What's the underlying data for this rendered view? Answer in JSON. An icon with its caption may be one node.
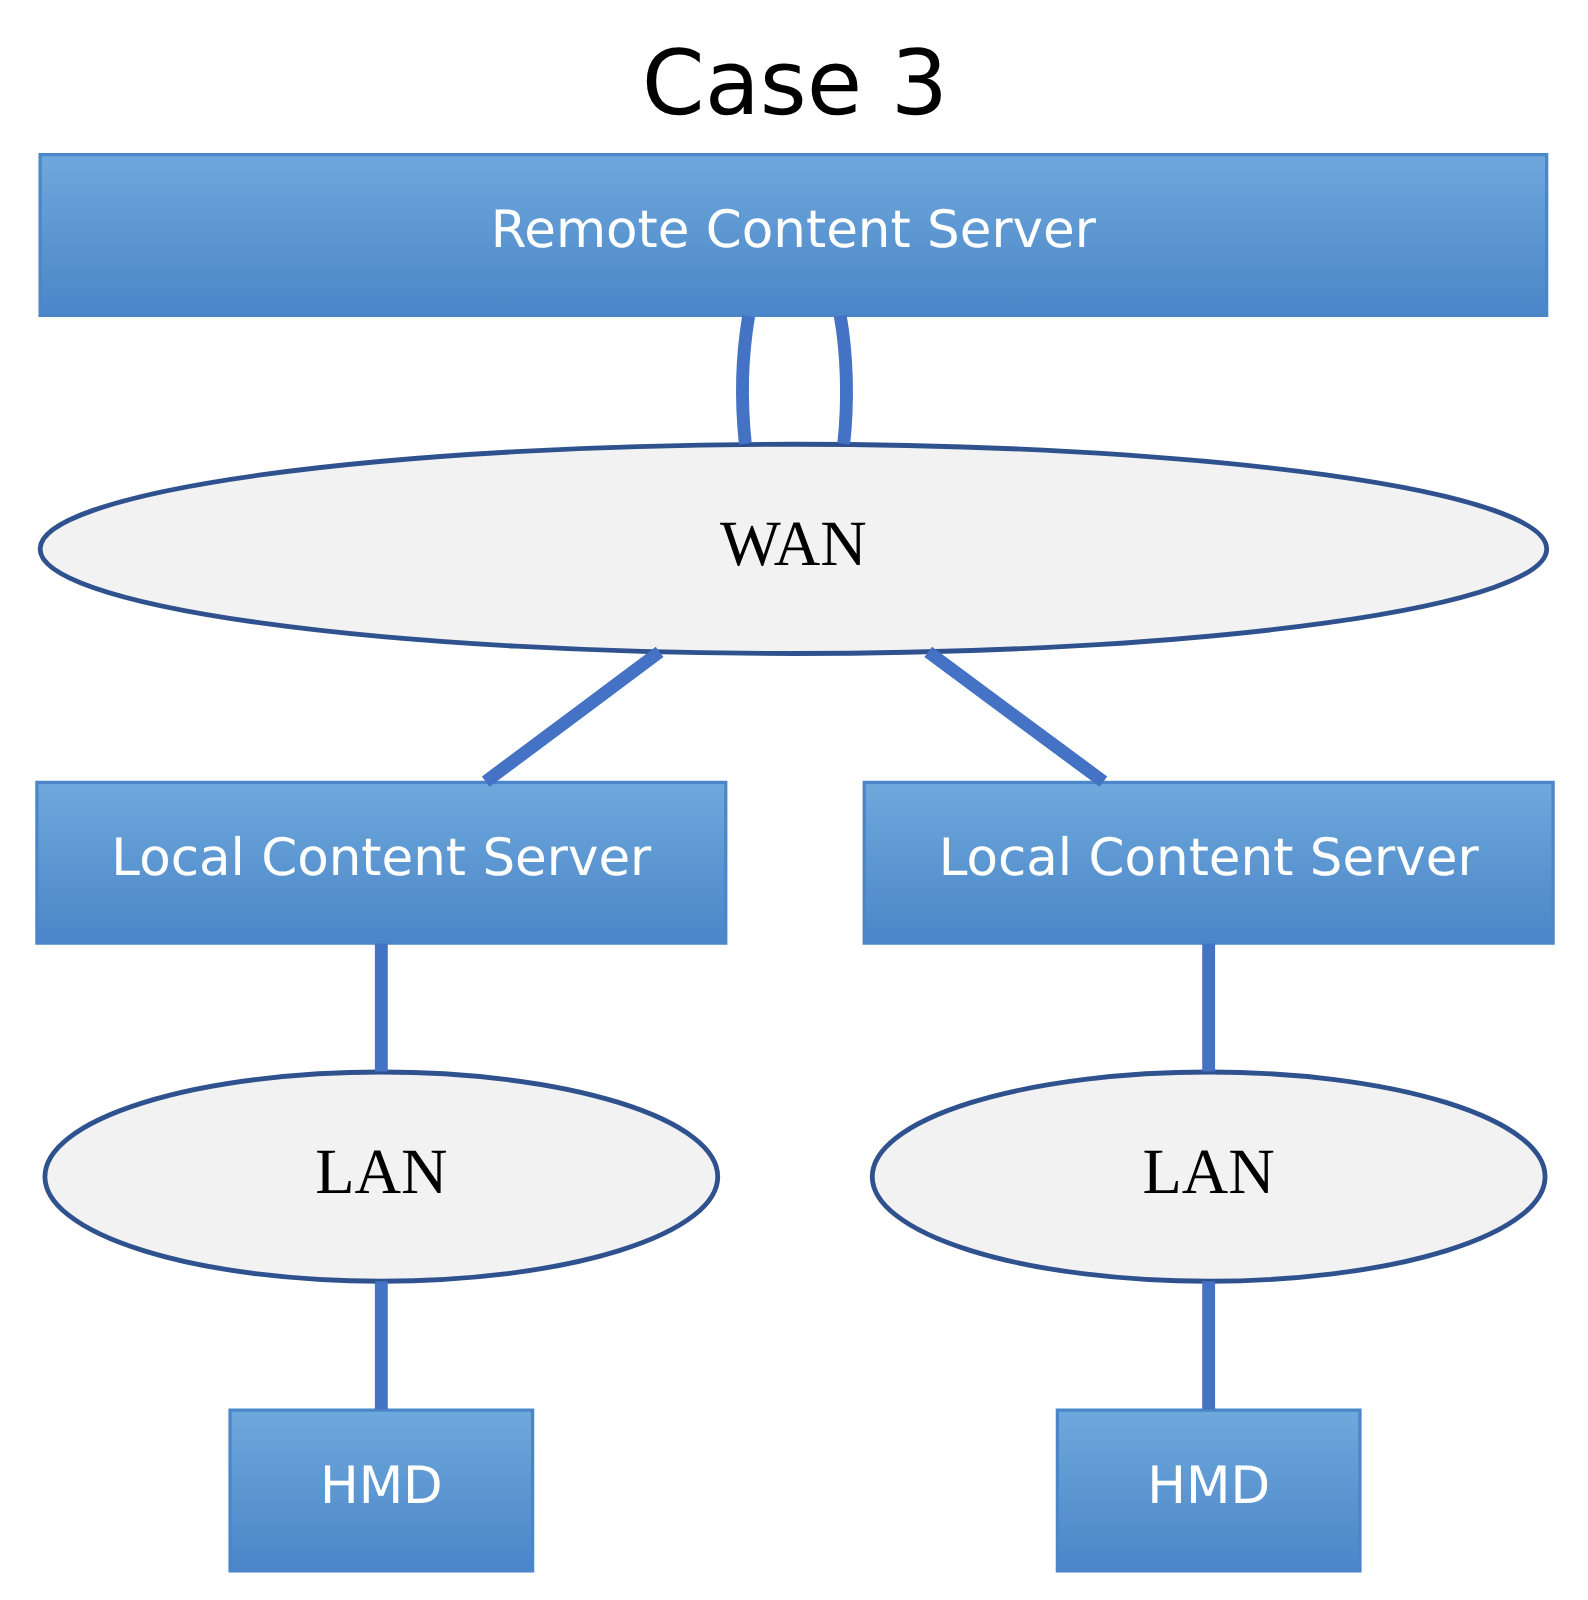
{
  "diagram": {
    "title": "Case 3",
    "nodes": [
      {
        "text": [
          "Remote Content Server"
        ]
      },
      {
        "text": [
          "WAN"
        ]
      },
      {
        "text": [
          "Local Content Server"
        ]
      },
      {
        "text": [
          "Local Content Server"
        ]
      },
      {
        "text": [
          "LAN"
        ]
      },
      {
        "text": [
          "LAN"
        ]
      },
      {
        "text": [
          "HMD"
        ]
      },
      {
        "text": [
          "HMD"
        ]
      }
    ],
    "edges": [
      {
        "from": 0,
        "to": 1,
        "arrow": "none"
      },
      {
        "from": 0,
        "to": 1,
        "arrow": "none"
      },
      {
        "from": 1,
        "to": 2,
        "arrow": "none"
      },
      {
        "from": 1,
        "to": 3,
        "arrow": "none"
      },
      {
        "from": 2,
        "to": 4,
        "arrow": "none"
      },
      {
        "from": 3,
        "to": 5,
        "arrow": "none"
      },
      {
        "from": 4,
        "to": 6,
        "arrow": "none"
      },
      {
        "from": 5,
        "to": 7,
        "arrow": "none"
      }
    ]
  }
}
